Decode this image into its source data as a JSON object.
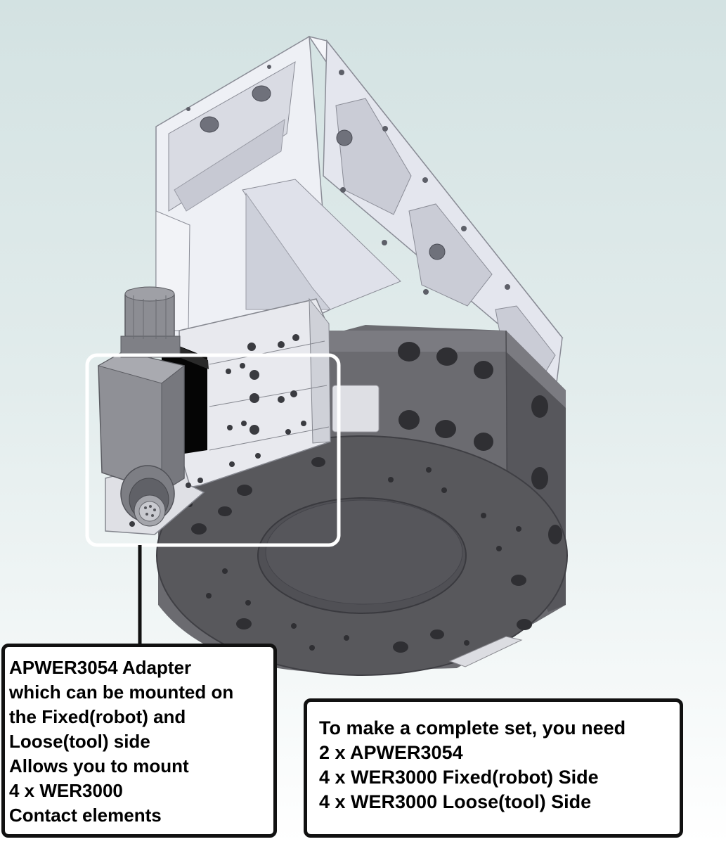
{
  "scene": {
    "subject": "robot-tool-changer-assembly-with-adapter",
    "colors": {
      "background_top": "#d3e2e2",
      "background_bottom": "#ffffff",
      "bracket": "#e6e8ef",
      "disc": "#58585c",
      "highlight_frame": "#ffffff",
      "callout_border": "#111111"
    }
  },
  "callout_adapter": {
    "lines": [
      "APWER3054 Adapter",
      "which can be mounted on",
      "the Fixed(robot) and",
      "Loose(tool) side",
      "Allows you to mount",
      "4 x WER3000",
      "Contact elements"
    ]
  },
  "callout_set": {
    "lines": [
      "To make a complete set, you need",
      "2 x APWER3054",
      "4 x WER3000 Fixed(robot) Side",
      "4 x WER3000 Loose(tool) Side"
    ]
  }
}
